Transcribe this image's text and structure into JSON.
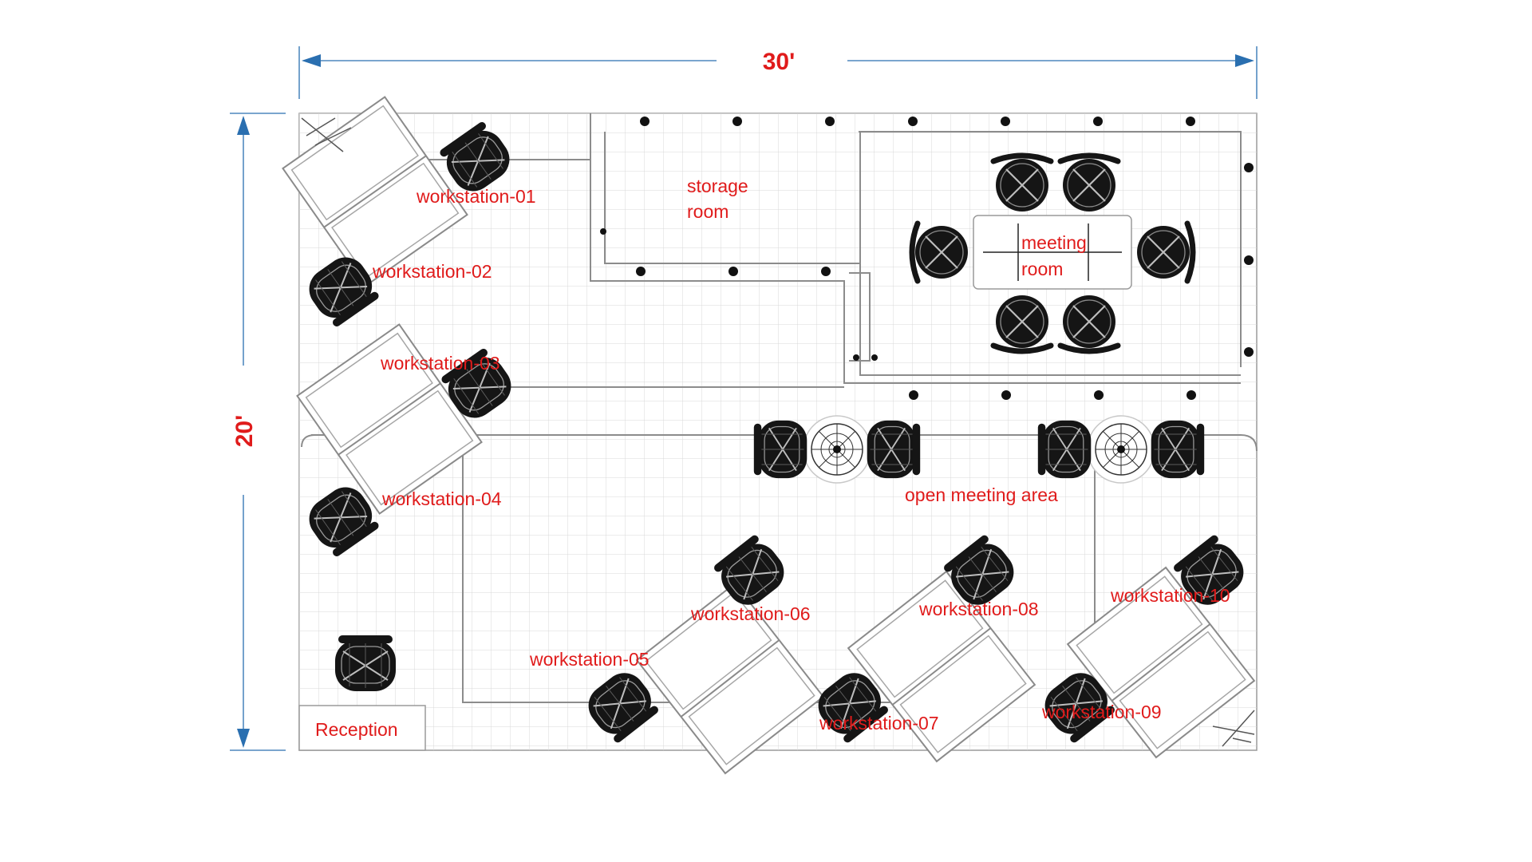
{
  "dimensions": {
    "width": "30'",
    "height": "20'"
  },
  "rooms": {
    "storage": [
      "storage",
      "room"
    ],
    "meeting": [
      "meeting",
      "room"
    ],
    "open_meeting": "open meeting area",
    "reception": "Reception"
  },
  "workstations": [
    "workstation-01",
    "workstation-02",
    "workstation-03",
    "workstation-04",
    "workstation-05",
    "workstation-06",
    "workstation-07",
    "workstation-08",
    "workstation-09",
    "workstation-10"
  ],
  "colors": {
    "label": "#e01b1b",
    "dimension_arrow": "#2a6fb0",
    "grid": "#d9d9d9",
    "furniture": "#111111"
  },
  "icons": {
    "chair": "office-chair-icon",
    "round_table": "round-table-icon",
    "light": "ceiling-light-icon"
  }
}
